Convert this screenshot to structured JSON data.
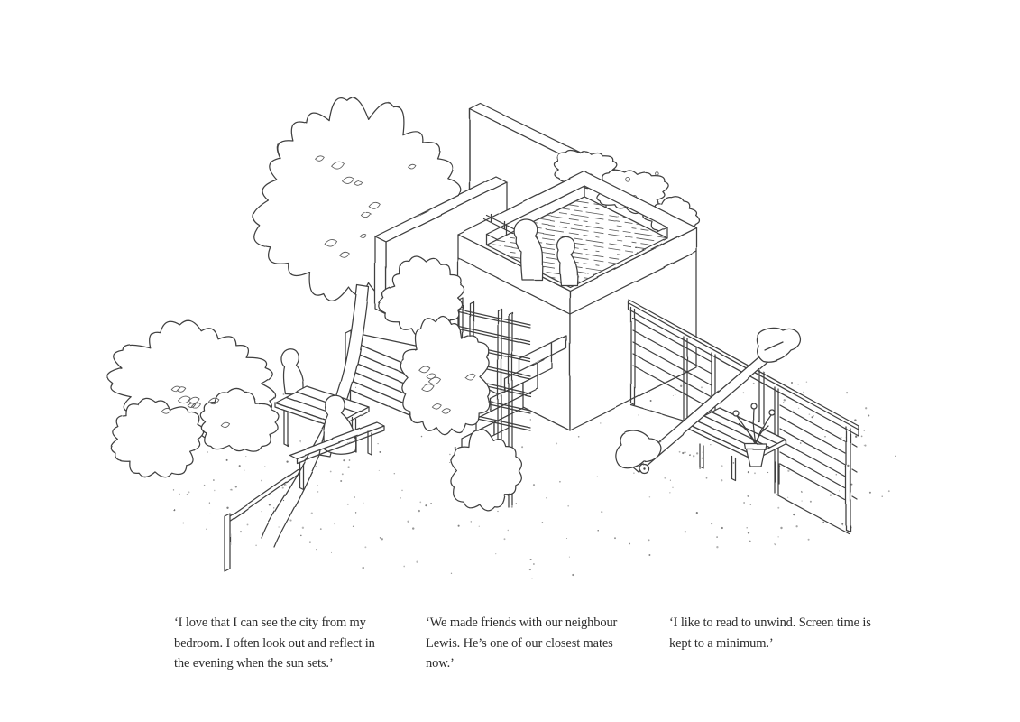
{
  "page": {
    "background": "#ffffff",
    "ink_color": "#3f3f3f",
    "text_color": "#2e2e2e"
  },
  "illustration": {
    "type": "hand-drawn axonometric garden scene",
    "elements": [
      "rooftop terrace with two standing figures",
      "tall boundary wall with climbing vine",
      "cube dwelling with parapet and timber deck",
      "garden stairs with timber trellis screen",
      "large tree, shrubs and stippled ground",
      "picnic table with seated figures and bench",
      "timber plank fences",
      "seesaw beam with play seats",
      "potting shelf with flower pot"
    ]
  },
  "quotes": [
    {
      "lines": [
        "‘I love that I can see the city from my",
        "bedroom. I often look out and reflect in",
        "the evening when the sun sets.’"
      ]
    },
    {
      "lines": [
        "‘We made friends with our neighbour",
        "Lewis. He’s one of our closest mates",
        "now.’"
      ]
    },
    {
      "lines": [
        "‘I like to read to unwind. Screen time is",
        "kept to a minimum.’"
      ]
    }
  ]
}
